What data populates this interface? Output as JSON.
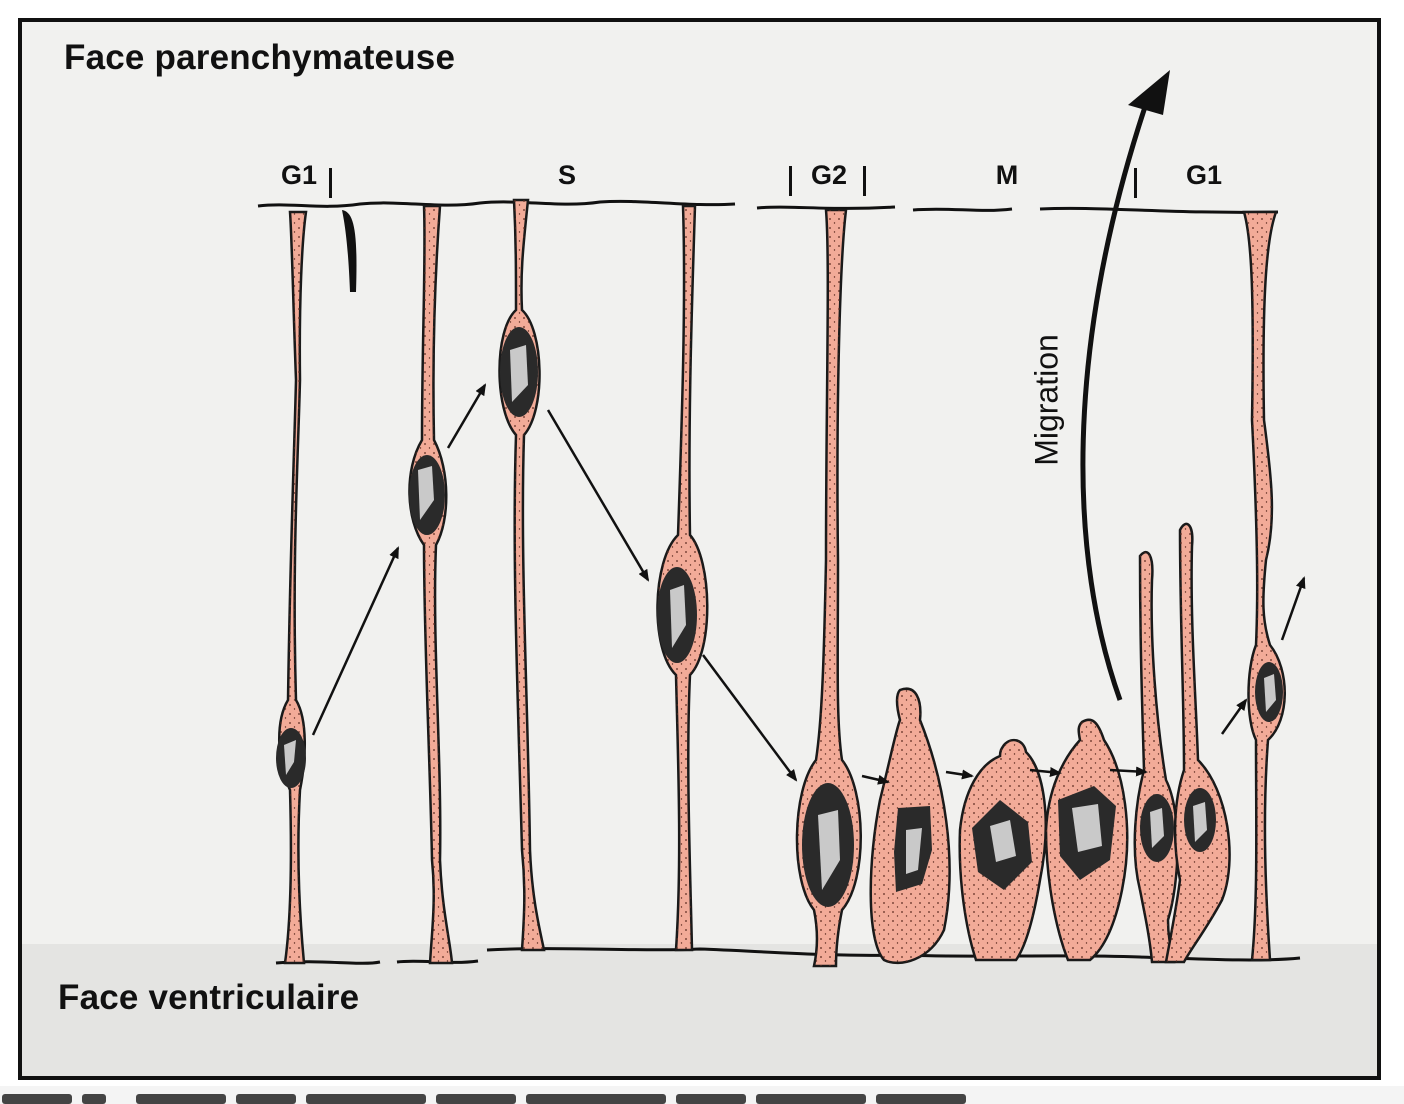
{
  "labels": {
    "top_face": "Face parenchymateuse",
    "bottom_face": "Face ventriculaire",
    "migration": "Migration"
  },
  "phases": {
    "g1_start": "G1",
    "s": "S",
    "g2": "G2",
    "m": "M",
    "g1_end": "G1"
  },
  "colors": {
    "cell_fill": "#f2ab98",
    "outline": "#1a1a1a",
    "nucleus": "#2a2a2a",
    "background": "#f1f1ef"
  }
}
